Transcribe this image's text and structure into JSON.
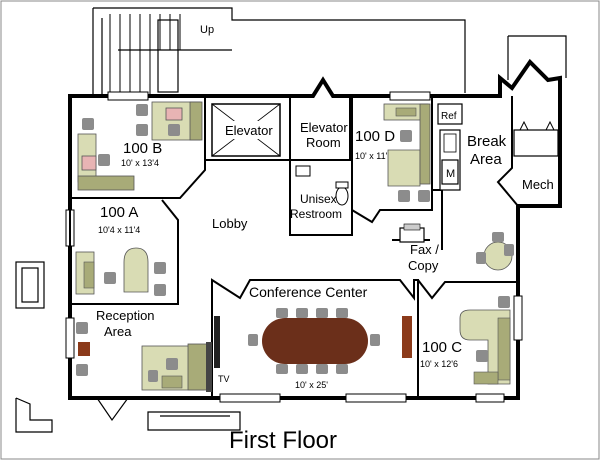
{
  "title": "First Floor",
  "stairs": {
    "label": "Up"
  },
  "rooms": {
    "room_100b": {
      "name": "100 B",
      "dims": "10' x 13'4"
    },
    "elevator": {
      "name": "Elevator"
    },
    "elevator_room": {
      "line1": "Elevator",
      "line2": "Room"
    },
    "room_100d": {
      "name": "100 D",
      "dims": "10' x 11'"
    },
    "ref": {
      "name": "Ref"
    },
    "appliance_m": {
      "name": "M"
    },
    "break_area": {
      "line1": "Break",
      "line2": "Area"
    },
    "mech": {
      "name": "Mech"
    },
    "unisex_restroom": {
      "line1": "Unisex",
      "line2": "Restroom"
    },
    "room_100a": {
      "name": "100 A",
      "dims": "10'4 x 11'4"
    },
    "lobby": {
      "name": "Lobby"
    },
    "fax_copy": {
      "line1": "Fax /",
      "line2": "Copy"
    },
    "reception": {
      "line1": "Reception",
      "line2": "Area"
    },
    "tv": {
      "name": "TV"
    },
    "conference": {
      "name": "Conference Center",
      "dims": "10' x 25'"
    },
    "room_100c": {
      "name": "100 C",
      "dims": "10' x 12'6"
    }
  },
  "colors": {
    "wall": "#000000",
    "desk": "#d9dcb4",
    "desk_dark": "#a8ab78",
    "chair": "#8c8c8c",
    "table": "#6b2f1a",
    "accent_pink": "#e8b4b4",
    "accent_brown": "#8b3a1a"
  }
}
